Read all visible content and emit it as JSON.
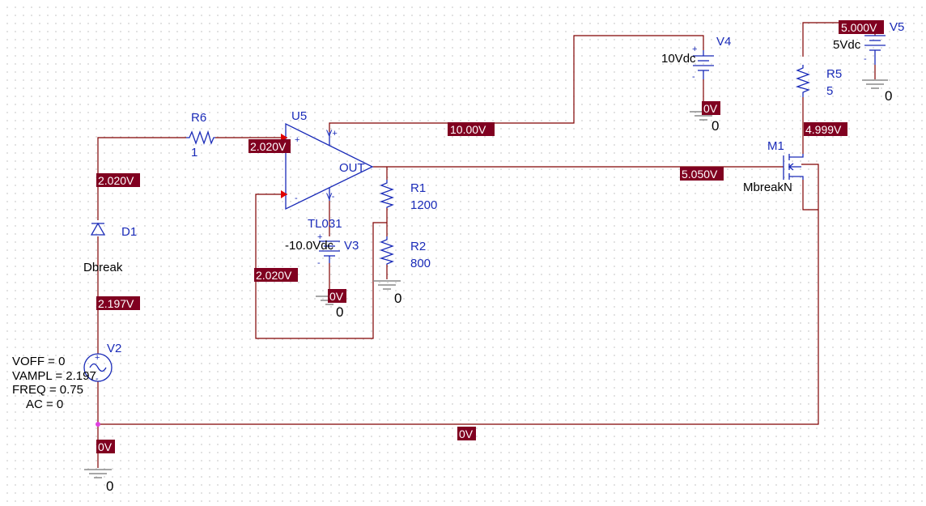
{
  "components": {
    "r6": {
      "ref": "R6",
      "value": "1"
    },
    "r1": {
      "ref": "R1",
      "value": "1200"
    },
    "r2": {
      "ref": "R2",
      "value": "800"
    },
    "r5": {
      "ref": "R5",
      "value": "5"
    },
    "u5": {
      "ref": "U5",
      "model": "TL031",
      "out_pin": "OUT",
      "plus": "+",
      "minus": "-",
      "v_plus": "V+",
      "v_minus": "V-"
    },
    "v4": {
      "ref": "V4",
      "value": "10Vdc",
      "plus": "+",
      "minus": "-"
    },
    "v3": {
      "ref": "V3",
      "value": "-10.0Vdc",
      "plus": "+",
      "minus": "-"
    },
    "v5": {
      "ref": "V5",
      "value": "5Vdc",
      "plus": "+",
      "minus": "-"
    },
    "d1": {
      "ref": "D1",
      "model": "Dbreak"
    },
    "m1": {
      "ref": "M1",
      "model": "MbreakN"
    },
    "v2": {
      "ref": "V2",
      "voff": "VOFF = 0",
      "vampl": "VAMPL = 2.197",
      "freq": "FREQ = 0.75",
      "ac": "AC = 0"
    }
  },
  "grounds": {
    "v4": "0",
    "v3": "0",
    "r2": "0",
    "v5": "0",
    "main": "0"
  },
  "voltage_markers": {
    "v5_top": "5.000V",
    "v4_neg": "0V",
    "vplus_rail": "10.00V",
    "drain": "4.999V",
    "noninv": "2.020V",
    "diode_top": "2.020V",
    "gate": "5.050V",
    "inv": "2.020V",
    "v3_neg": "0V",
    "diode_bottom": "2.197V",
    "gnd_node": "0V",
    "bottom_rail": "0V"
  },
  "colors": {
    "wire": "#800000",
    "component": "#1a2bb8",
    "marker": "#800020",
    "node_dot": "#e040e0"
  }
}
